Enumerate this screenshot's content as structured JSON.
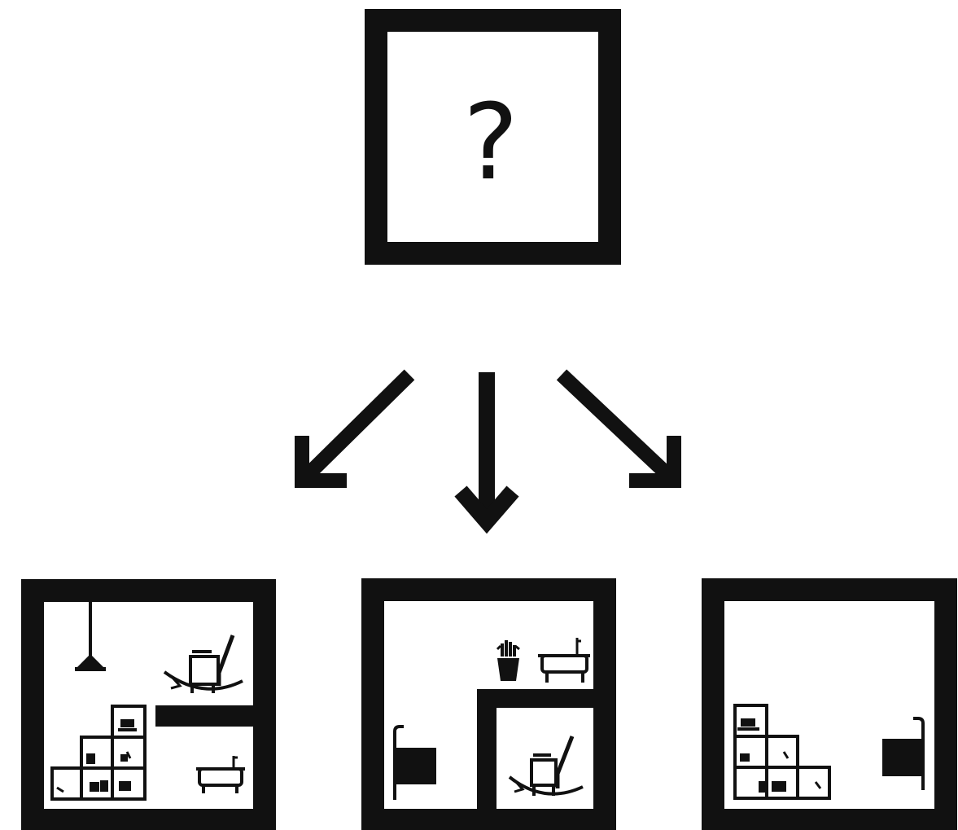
{
  "question_box": {
    "symbol": "?"
  },
  "arrows": [
    {
      "name": "arrow-left-icon",
      "direction": "down-left"
    },
    {
      "name": "arrow-down-icon",
      "direction": "down"
    },
    {
      "name": "arrow-right-icon",
      "direction": "down-right"
    }
  ],
  "options": [
    {
      "name": "option-room-1",
      "contents": [
        "pendant-lamp-icon",
        "rocking-chair-icon",
        "shelf-divider",
        "stacked-boxes-icon",
        "bathtub-icon"
      ]
    },
    {
      "name": "option-room-2",
      "contents": [
        "potted-plant-icon",
        "bathtub-icon",
        "step-wall",
        "sink-icon",
        "rocking-chair-icon"
      ]
    },
    {
      "name": "option-room-3",
      "contents": [
        "stacked-boxes-icon",
        "sink-icon"
      ]
    }
  ],
  "colors": {
    "ink": "#111111",
    "paper": "#ffffff"
  }
}
